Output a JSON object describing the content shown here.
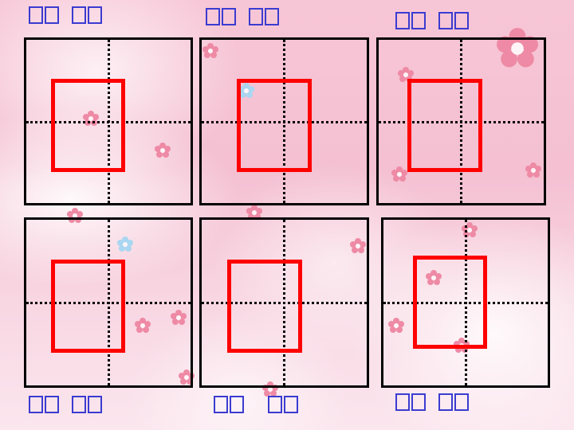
{
  "palette": {
    "grid_line": "#000000",
    "frame": "#ff0000",
    "placeholder_box": "#3b3bd0",
    "background": "#f4c0d2"
  },
  "cells": [
    {
      "id": 1
    },
    {
      "id": 2
    },
    {
      "id": 3
    },
    {
      "id": 4
    },
    {
      "id": 5
    },
    {
      "id": 6
    }
  ],
  "pinyin_placeholders": [
    {
      "groups": 2
    },
    {
      "groups": 2
    },
    {
      "groups": 2
    },
    {
      "groups": 2
    },
    {
      "groups": 2
    },
    {
      "groups": 2
    }
  ]
}
